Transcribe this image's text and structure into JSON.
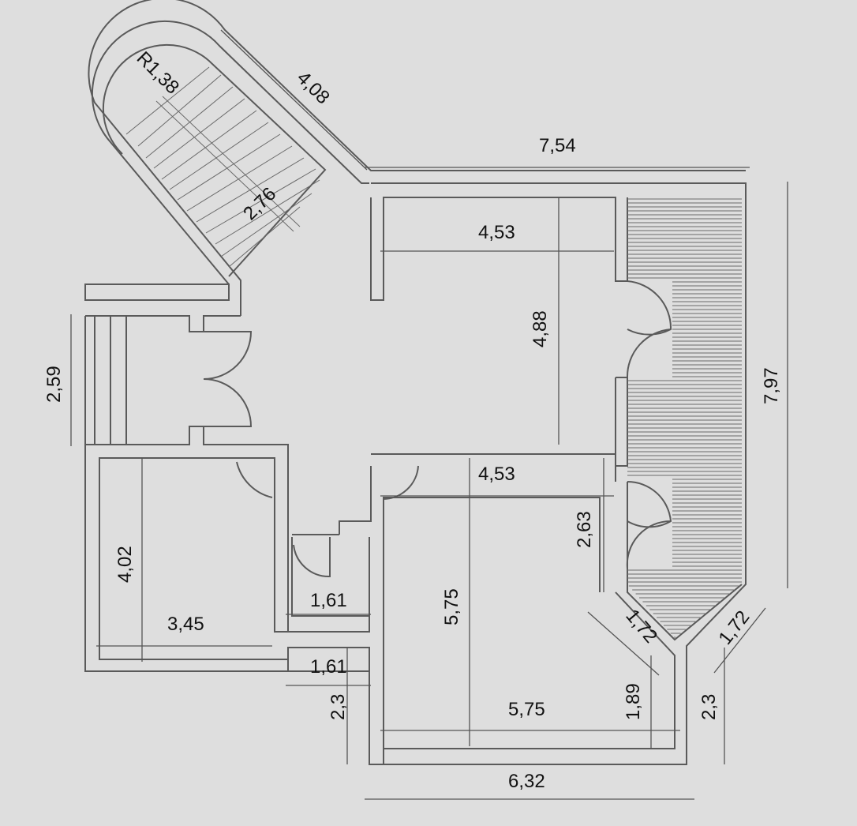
{
  "title": "Floor plan",
  "dimensions": {
    "stair_radius": "R1,38",
    "stair_outer": "4,08",
    "top_overall": "7,54",
    "stair_run": "2,76",
    "room_top_width": "4,53",
    "room_top_height": "4,88",
    "right_overall": "7,97",
    "entrance_height": "2,59",
    "room_bottom_top_width": "4,53",
    "terrace_door": "2,63",
    "left_room_height": "4,02",
    "left_room_width": "3,45",
    "small_room_width_1": "1,61",
    "room_bottom_height": "5,75",
    "diagonal_inner": "1,72",
    "diagonal_outer": "1,72",
    "small_room_width_2": "1,61",
    "left_bottom_height": "2,3",
    "right_small_height": "1,89",
    "room_bottom_width": "5,75",
    "right_bottom_height": "2,3",
    "bottom_overall": "6,32"
  }
}
